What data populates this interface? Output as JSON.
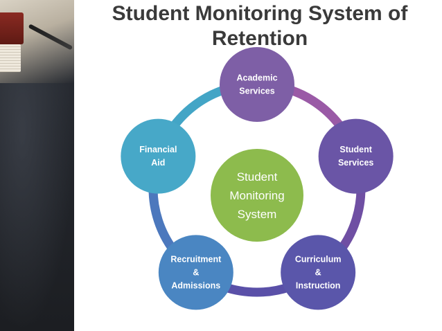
{
  "title": {
    "line1": "Student Monitoring System of",
    "line2": "Retention"
  },
  "center": {
    "lines": [
      "Student",
      "Monitoring",
      "System"
    ],
    "color": "#8dbb4d"
  },
  "nodes": [
    {
      "id": "academic-services",
      "lines": [
        "Academic",
        "Services"
      ],
      "color": "#7e5fa6"
    },
    {
      "id": "student-services",
      "lines": [
        "Student",
        "Services"
      ],
      "color": "#6a55a6"
    },
    {
      "id": "curriculum-instruction",
      "lines": [
        "Curriculum",
        "&",
        "Instruction"
      ],
      "color": "#5a56aa"
    },
    {
      "id": "recruitment-admissions",
      "lines": [
        "Recruitment",
        "&",
        "Admissions"
      ],
      "color": "#4a86c2"
    },
    {
      "id": "financial-aid",
      "lines": [
        "Financial",
        "Aid"
      ],
      "color": "#47a8c8"
    }
  ],
  "ring_colors": [
    "#9a5aa6",
    "#6f4fa3",
    "#5a50a8",
    "#4c78bd",
    "#43a5c6"
  ]
}
